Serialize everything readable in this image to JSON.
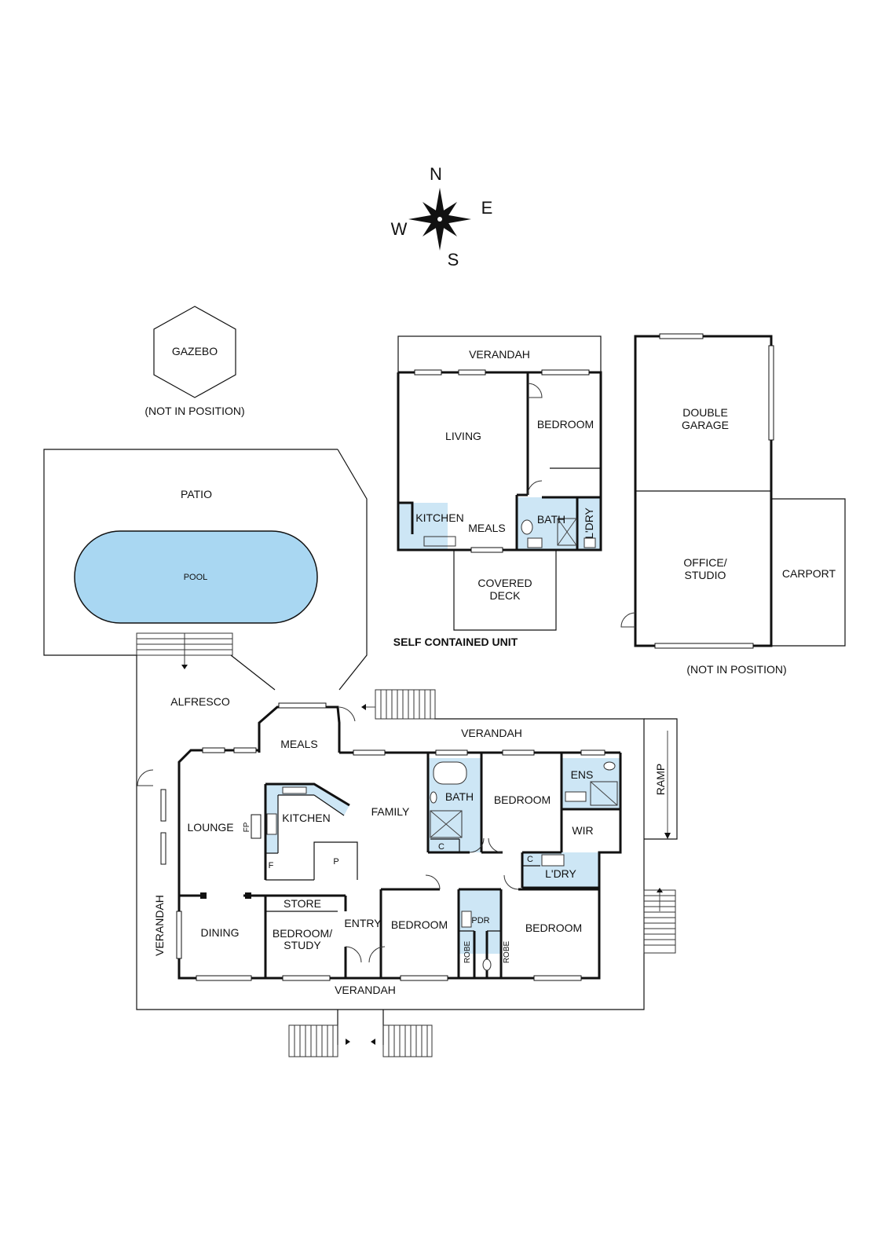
{
  "compass": {
    "n": "N",
    "e": "E",
    "s": "S",
    "w": "W"
  },
  "gazebo": {
    "label": "GAZEBO",
    "note": "(NOT IN POSITION)"
  },
  "outdoor": {
    "patio": "PATIO",
    "pool": "POOL",
    "alfresco": "ALFRESCO",
    "ramp": "RAMP"
  },
  "unit": {
    "title": "SELF CONTAINED UNIT",
    "verandah": "VERANDAH",
    "living": "LIVING",
    "bedroom": "BEDROOM",
    "kitchen": "KITCHEN",
    "meals": "MEALS",
    "bath": "BATH",
    "laundry": "L'DRY",
    "deck_line1": "COVERED",
    "deck_line2": "DECK"
  },
  "garage": {
    "double_line1": "DOUBLE",
    "double_line2": "GARAGE",
    "office_line1": "OFFICE/",
    "office_line2": "STUDIO",
    "carport": "CARPORT",
    "note": "(NOT IN POSITION)"
  },
  "house": {
    "meals": "MEALS",
    "verandah_north": "VERANDAH",
    "verandah_west": "VERANDAH",
    "verandah_south": "VERANDAH",
    "lounge": "LOUNGE",
    "fp": "FP",
    "kitchen": "KITCHEN",
    "fridge": "F",
    "pantry": "P",
    "family": "FAMILY",
    "bath": "BATH",
    "bath_cupboard": "C",
    "bedroom_main": "BEDROOM",
    "ens": "ENS",
    "wir": "WIR",
    "laundry_cupboard": "C",
    "laundry": "L'DRY",
    "store": "STORE",
    "dining": "DINING",
    "study_line1": "BEDROOM/",
    "study_line2": "STUDY",
    "entry": "ENTRY",
    "bedroom_2": "BEDROOM",
    "pdr": "PDR",
    "robe_left": "ROBE",
    "robe_right": "ROBE",
    "bedroom_3": "BEDROOM"
  },
  "colors": {
    "wet_area": "#cde6f5",
    "pool": "#a9d7f2",
    "walls": "#111111"
  }
}
